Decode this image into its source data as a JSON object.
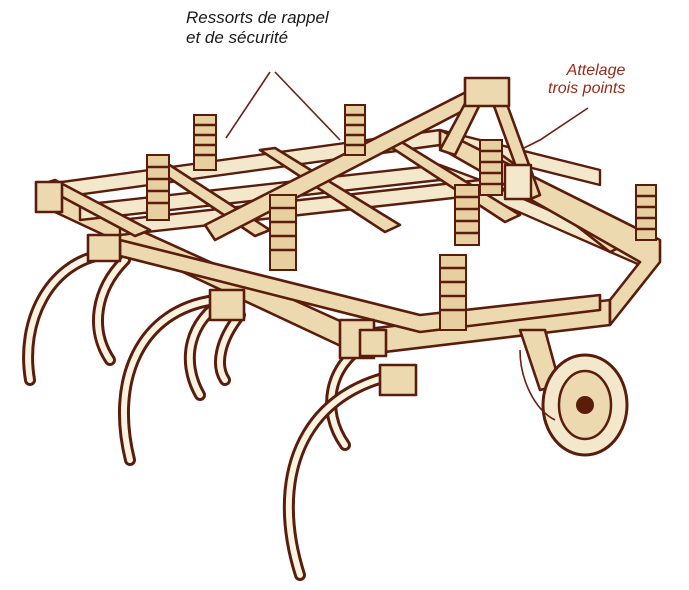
{
  "labels": {
    "springs": {
      "line1": "Ressorts de rappel",
      "line2": "et de sécurité",
      "color": "#1a1a1a"
    },
    "hitch": {
      "line1": "Attelage",
      "line2": "trois points",
      "color": "#9a2a18"
    }
  },
  "colors": {
    "outline": "#5a1d0c",
    "frame_fill": "#ecd9b0",
    "background": "#ffffff"
  }
}
